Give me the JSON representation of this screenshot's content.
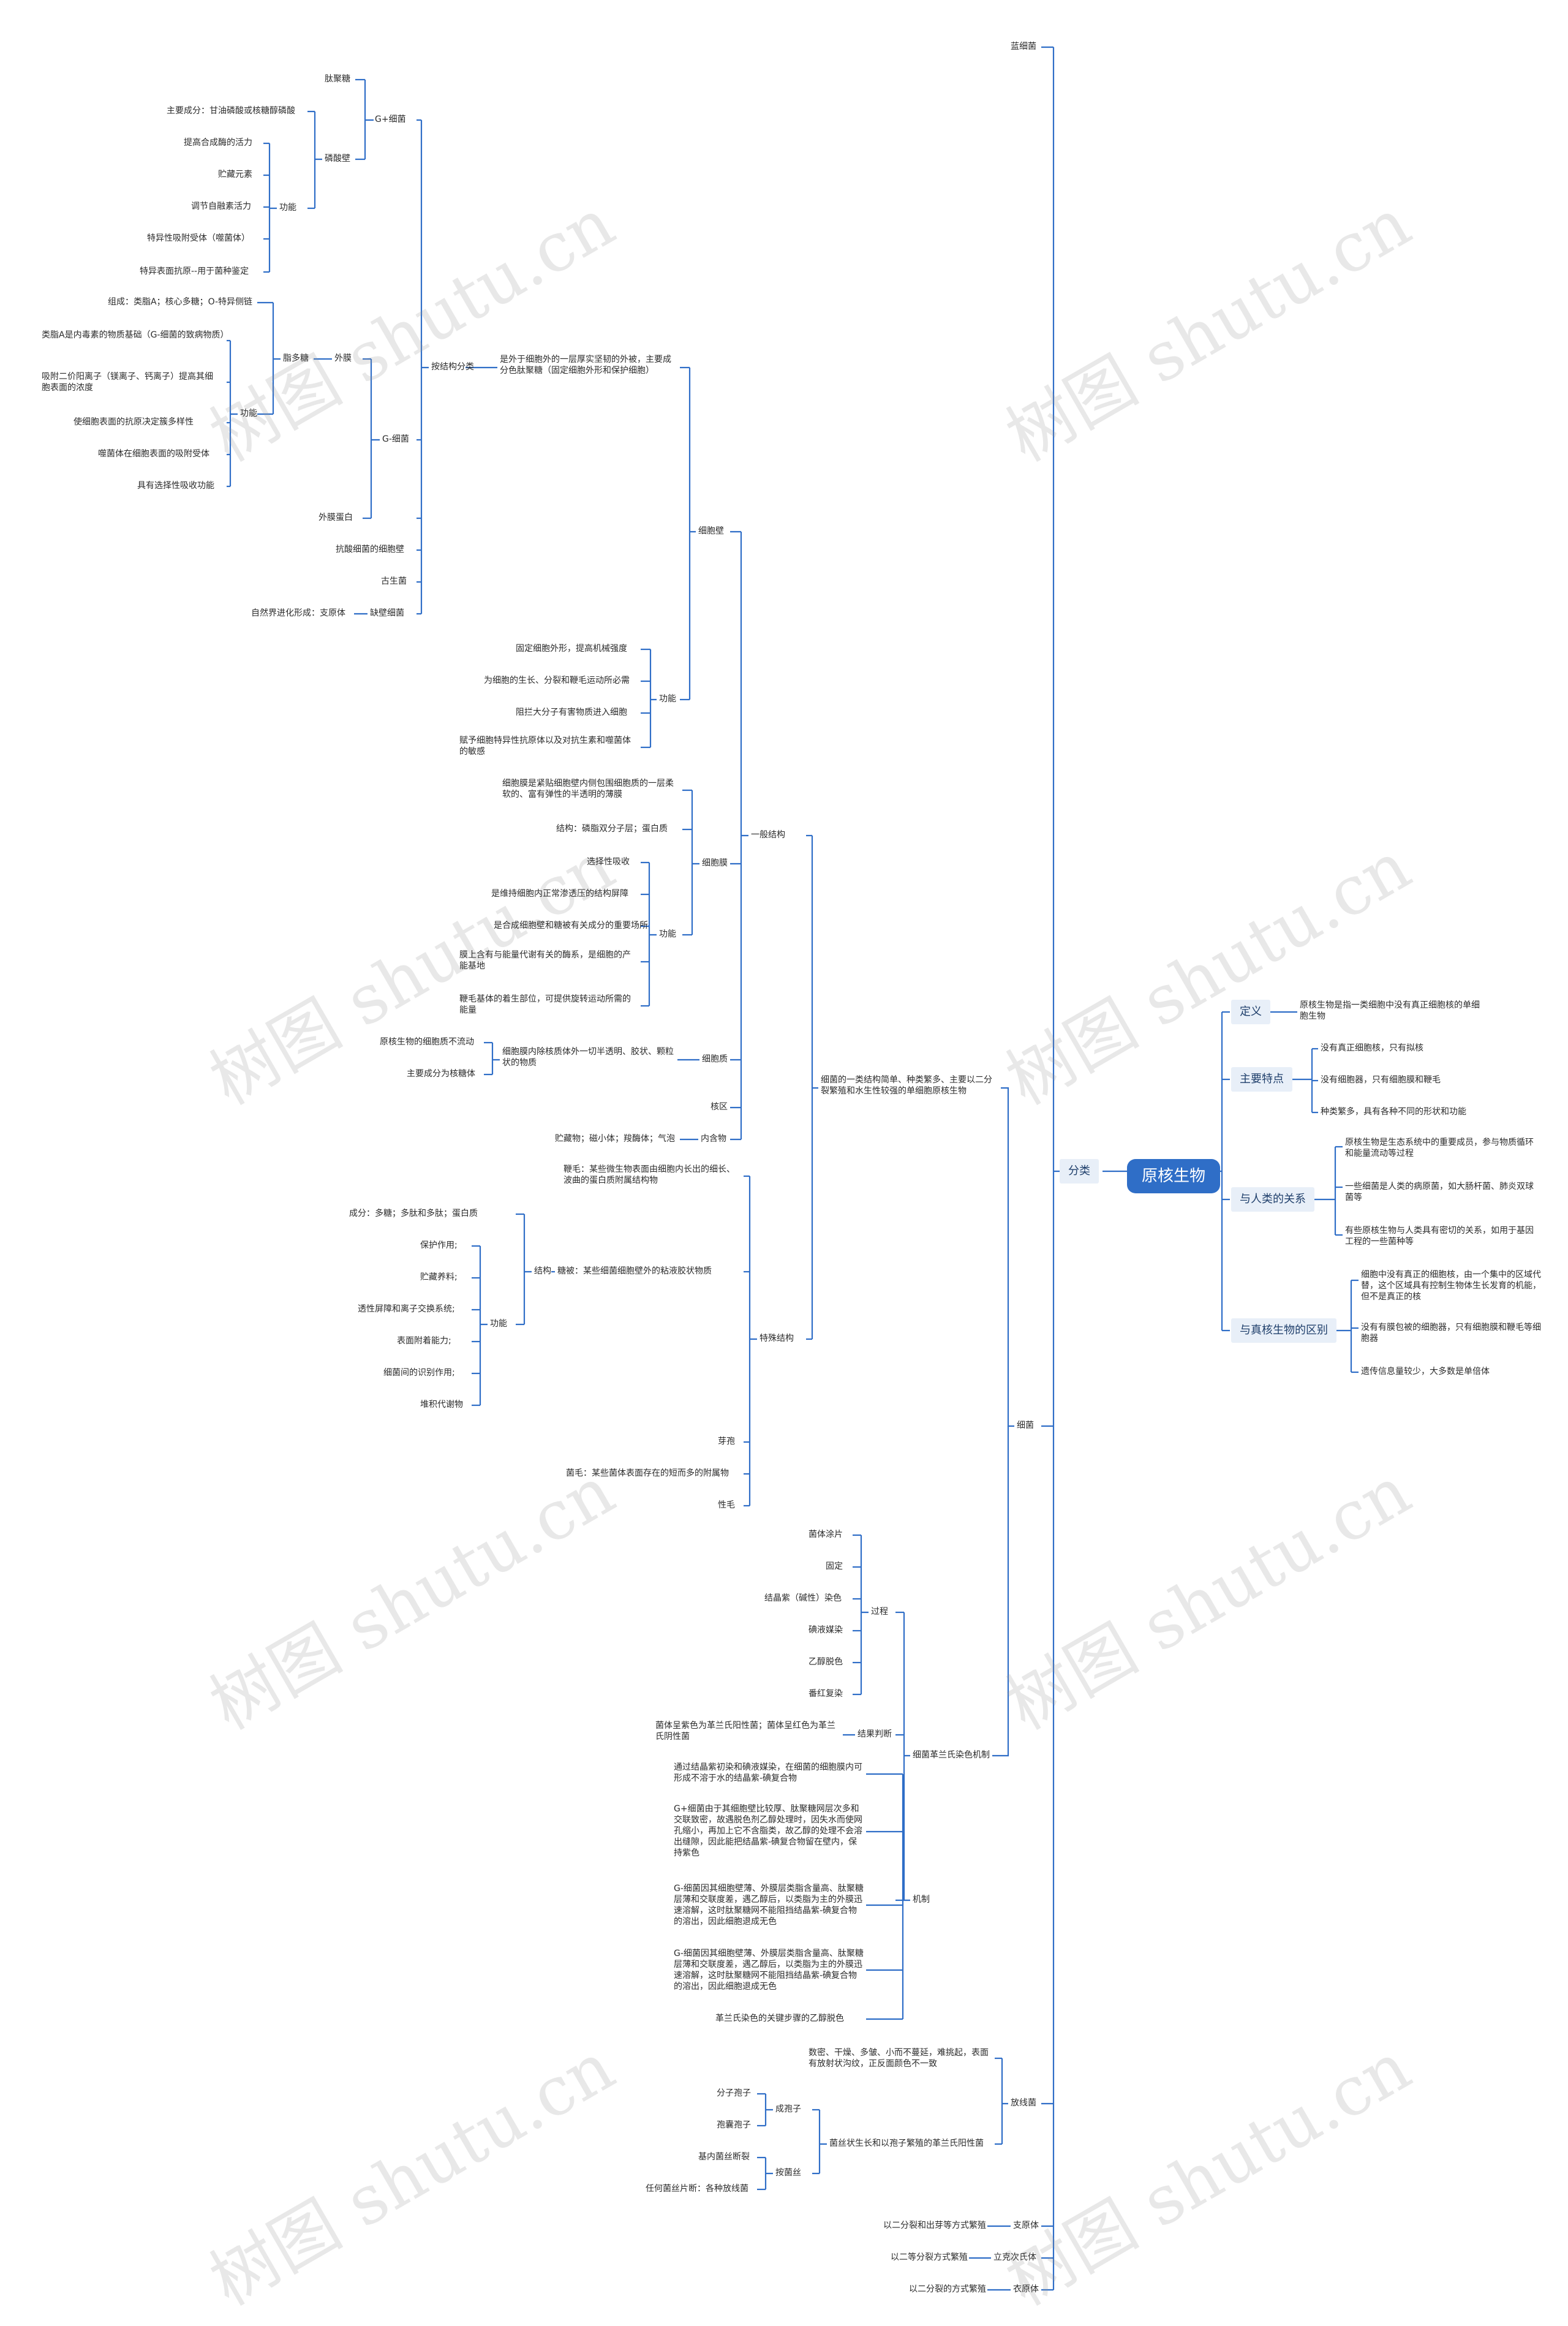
{
  "root": "原核生物",
  "watermark": "树图 shutu.cn",
  "colors": {
    "line": "#2f6ec7",
    "root_bg": "#2f6ec7",
    "box_bg": "#e8eff8",
    "text": "#2b2b2b"
  },
  "right": [
    {
      "label": "定义",
      "items": [
        "原核生物是指一类细胞中没有真正细胞核的单细胞生物"
      ]
    },
    {
      "label": "主要特点",
      "items": [
        "没有真正细胞核，只有拟核",
        "没有细胞器，只有细胞膜和鞭毛",
        "种类繁多，具有各种不同的形状和功能"
      ]
    },
    {
      "label": "与人类的关系",
      "items": [
        "原核生物是生态系统中的重要成员，参与物质循环和能量流动等过程",
        "一些细菌是人类的病原菌，如大肠杆菌、肺炎双球菌等",
        "有些原核生物与人类具有密切的关系，如用于基因工程的一些菌种等"
      ]
    },
    {
      "label": "与真核生物的区别",
      "items": [
        "细胞中没有真正的细胞核，由一个集中的区域代替，这个区域具有控制生物体生长发育的机能，但不是真正的核",
        "没有有膜包被的细胞器，只有细胞膜和鞭毛等细胞器",
        "遗传信息量较少，大多数是单倍体"
      ]
    }
  ],
  "left": {
    "branch": "分类",
    "c1": [
      "蓝细菌",
      "细菌",
      "放线菌",
      "支原体",
      "立克次氏体",
      "衣原体"
    ],
    "bacteria_desc": "细菌的一类结构简单、种类繁多、主要以二分裂繁殖和水生性较强的单细胞原核生物",
    "struct": {
      "general": "一般结构",
      "special": "特殊结构",
      "stain": "细菌革兰氏染色机制"
    },
    "wall": {
      "label": "细胞壁",
      "desc": "是外于细胞外的一层厚实坚韧的外被，主要成分色肽聚糖（固定细胞外形和保护细胞）",
      "class_by": "按结构分类",
      "gpos": "G+细菌",
      "gneg": "G-细菌",
      "pepti": "肽聚糖",
      "teich": "磷酸壁",
      "teich_comp": "主要成分：甘油磷酸或核糖醇磷酸",
      "func": "功能",
      "teich_funcs": [
        "提高合成酶的活力",
        "贮藏元素",
        "调节自融素活力",
        "特异性吸附受体（噬菌体）",
        "特异表面抗原--用于菌种鉴定"
      ],
      "outer": "外膜",
      "lps": "脂多糖",
      "lps_comp": "组成：类脂A；核心多糖；O-特异侧链",
      "lps_func": "功能",
      "lps_funcs": [
        "类脂A是内毒素的物质基础（G-细菌的致病物质）",
        "吸附二价阳离子（镁离子、钙离子）提高其细胞表面的浓度",
        "使细胞表面的抗原决定簇多样性",
        "噬菌体在细胞表面的吸附受体",
        "具有选择性吸收功能"
      ],
      "omp": "外膜蛋白",
      "acid": "抗酸细菌的细胞壁",
      "arch": "古生菌",
      "defect": "缺壁细菌",
      "defect_note": "自然界进化形成：支原体",
      "wall_func": "功能",
      "wall_funcs": [
        "固定细胞外形，提高机械强度",
        "为细胞的生长、分裂和鞭毛运动所必需",
        "阻拦大分子有害物质进入细胞",
        "赋予细胞特异性抗原体以及对抗生素和噬菌体的敏感"
      ]
    },
    "membrane": {
      "label": "细胞膜",
      "desc": "细胞膜是紧贴细胞壁内侧包围细胞质的一层柔软的、富有弹性的半透明的薄膜",
      "struct": "结构：磷脂双分子层；蛋白质",
      "func": "功能",
      "funcs": [
        "选择性吸收",
        "是维持细胞内正常渗透压的结构屏障",
        "是合成细胞壁和糖被有关成分的重要场所",
        "膜上含有与能量代谢有关的酶系，是细胞的产能基地",
        "鞭毛基体的着生部位，可提供旋转运动所需的能量"
      ]
    },
    "cytoplasm": {
      "label": "细胞质",
      "desc": "细胞膜内除核质体外一切半透明、胶状、颗粒状的物质",
      "items": [
        "原核生物的细胞质不流动",
        "主要成分为核糖体"
      ]
    },
    "nucleoid": "核区",
    "inclusion": "内含物",
    "inclusion_items": "贮藏物；磁小体；羧酶体；气泡",
    "flagellum": "鞭毛：某些微生物表面由细胞内长出的细长、波曲的蛋白质附属结构物",
    "capsule": {
      "label": "糖被：某些细菌细胞壁外的粘液胶状物质",
      "struct": "结构",
      "comp": "成分：多糖；多肽和多肽；蛋白质",
      "func": "功能",
      "funcs": [
        "保护作用;",
        "贮藏养料;",
        "透性屏障和离子交换系统;",
        "表面附着能力;",
        "细菌间的识别作用;",
        "堆积代谢物"
      ]
    },
    "spore": "芽孢",
    "pili": "菌毛：某些菌体表面存在的短而多的附属物",
    "sexpili": "性毛",
    "stain": {
      "process": "过程",
      "steps": [
        "菌体涂片",
        "固定",
        "结晶紫（碱性）染色",
        "碘液媒染",
        "乙醇脱色",
        "番红复染"
      ],
      "result": "结果判断",
      "result_text": "菌体呈紫色为革兰氏阳性菌；菌体呈红色为革兰氏阴性菌",
      "mech": "机制",
      "mech_items": [
        "通过结晶紫初染和碘液媒染，在细菌的细胞膜内可形成不溶于水的结晶紫-碘复合物",
        "G+细菌由于其细胞壁比较厚、肽聚糖网层次多和交联致密，故遇脱色剂乙醇处理时，因失水而使网孔缩小，再加上它不含脂类，故乙醇的处理不会溶出缝隙，因此能把结晶紫-碘复合物留在壁内，保持紫色",
        "G-细菌因其细胞壁薄、外膜层类脂含量高、肽聚糖层薄和交联度差，遇乙醇后，以类脂为主的外膜迅速溶解，这时肽聚糖网不能阻挡结晶紫-碘复合物的溶出，因此细胞退成无色",
        "G-细菌因其细胞壁薄、外膜层类脂含量高、肽聚糖层薄和交联度差，遇乙醇后，以类脂为主的外膜迅速溶解，这时肽聚糖网不能阻挡结晶紫-碘复合物的溶出，因此细胞退成无色",
        "革兰氏染色的关键步骤的乙醇脱色"
      ]
    },
    "actino": {
      "desc": "数密、干燥、多皱、小而不蔓延，难挑起，表面有放射状沟纹，正反面颜色不一致",
      "growth": "菌丝状生长和以孢子繁殖的革兰氏阳性菌",
      "spore": "成孢子",
      "spore_items": [
        "分子孢子",
        "孢囊孢子"
      ],
      "hypha": "按菌丝",
      "hypha_items": [
        "基内菌丝断裂",
        "任何菌丝片断：各种放线菌"
      ]
    },
    "myco_note": "以二分裂和出芽等方式繁殖",
    "rick_note": "以二等分裂方式繁殖",
    "chlam_note": "以二分裂的方式繁殖"
  }
}
